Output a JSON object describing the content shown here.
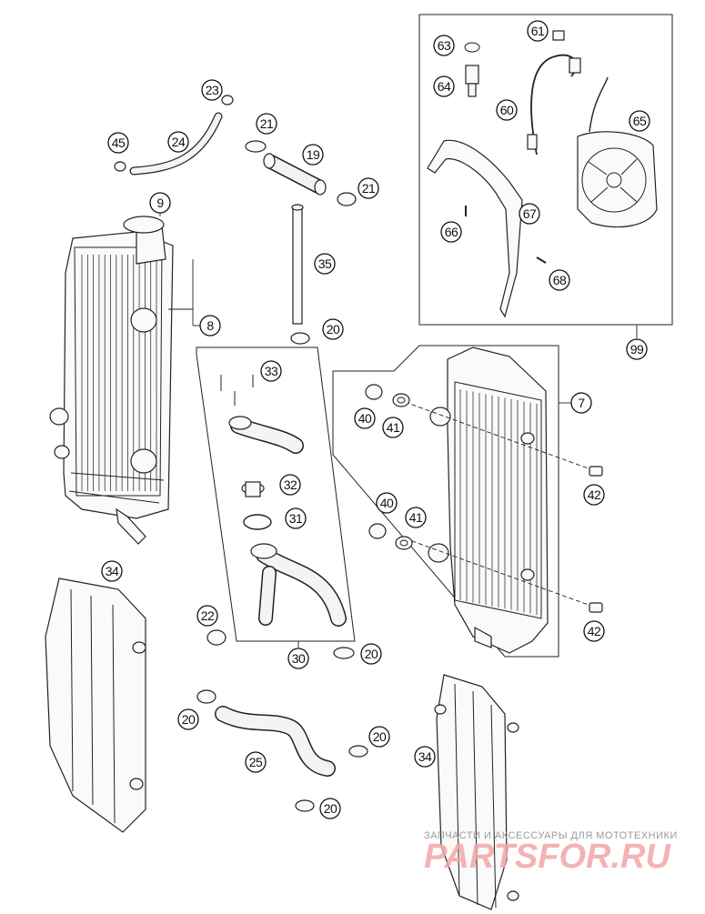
{
  "labels": {
    "l9": "9",
    "l8": "8",
    "l23": "23",
    "l24": "24",
    "l45": "45",
    "l21a": "21",
    "l19": "19",
    "l21b": "21",
    "l35": "35",
    "l20a": "20",
    "l33": "33",
    "l32": "32",
    "l31": "31",
    "l30": "30",
    "l22": "22",
    "l20b": "20",
    "l63": "63",
    "l61": "61",
    "l64": "64",
    "l60": "60",
    "l65": "65",
    "l66": "66",
    "l67": "67",
    "l68": "68",
    "l99": "99",
    "l7": "7",
    "l40a": "40",
    "l41a": "41",
    "l42a": "42",
    "l40b": "40",
    "l41b": "41",
    "l42b": "42",
    "l34a": "34",
    "l34b": "34",
    "l20c": "20",
    "l20d": "20",
    "l25": "25",
    "l20e": "20"
  },
  "watermark": {
    "tagline": "ЗАПЧАСТИ И АКСЕССУАРЫ ДЛЯ МОТОТЕХНИКИ",
    "brand": "PARTSFOR.RU"
  }
}
